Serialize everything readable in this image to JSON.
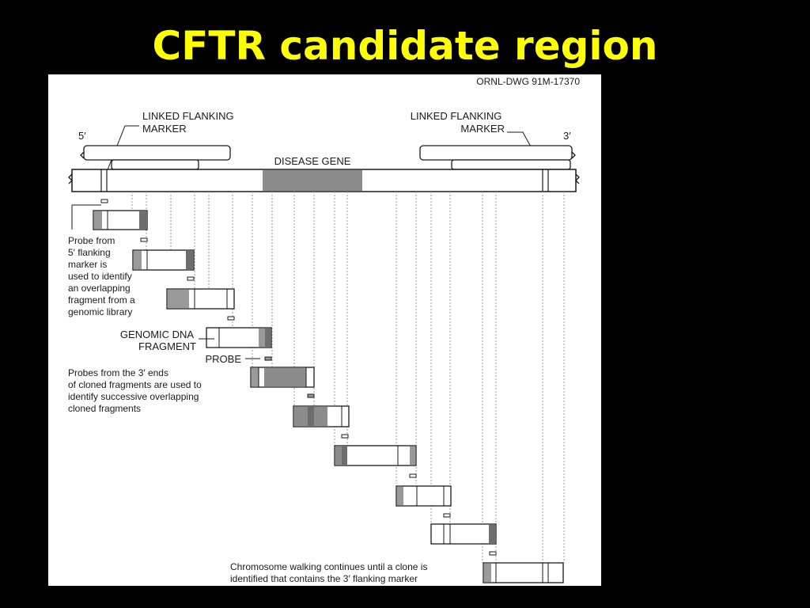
{
  "slide": {
    "title": "CFTR candidate region"
  },
  "figure": {
    "drawing_id": "ORNL-DWG 91M-17370",
    "end_5_label": "5′",
    "end_3_label": "3′",
    "left_marker_label": [
      "LINKED FLANKING",
      "MARKER"
    ],
    "right_marker_label": [
      "LINKED FLANKING",
      "MARKER"
    ],
    "disease_gene_label": "DISEASE GENE",
    "probe_5_note": [
      "Probe from",
      "5′ flanking",
      "marker is",
      "used to identify",
      "an overlapping",
      "fragment from a",
      "genomic library"
    ],
    "genomic_fragment_label": [
      "GENOMIC DNA",
      "FRAGMENT"
    ],
    "probe_label": "PROBE",
    "probes_3_note": [
      "Probes from the 3′ ends",
      "of cloned fragments are used to",
      "identify successive overlapping",
      "cloned fragments"
    ],
    "walking_note": [
      "Chromosome walking continues until a clone is",
      "identified that contains the 3′ flanking marker"
    ]
  },
  "colors": {
    "background": "#000000",
    "title": "#ffff00",
    "panel": "#ffffff",
    "ink": "#1a1a1a",
    "gene_fill": "#8c8c8c",
    "band_fill": "#6e6e6e",
    "grey_fill": "#9a9a9a"
  }
}
